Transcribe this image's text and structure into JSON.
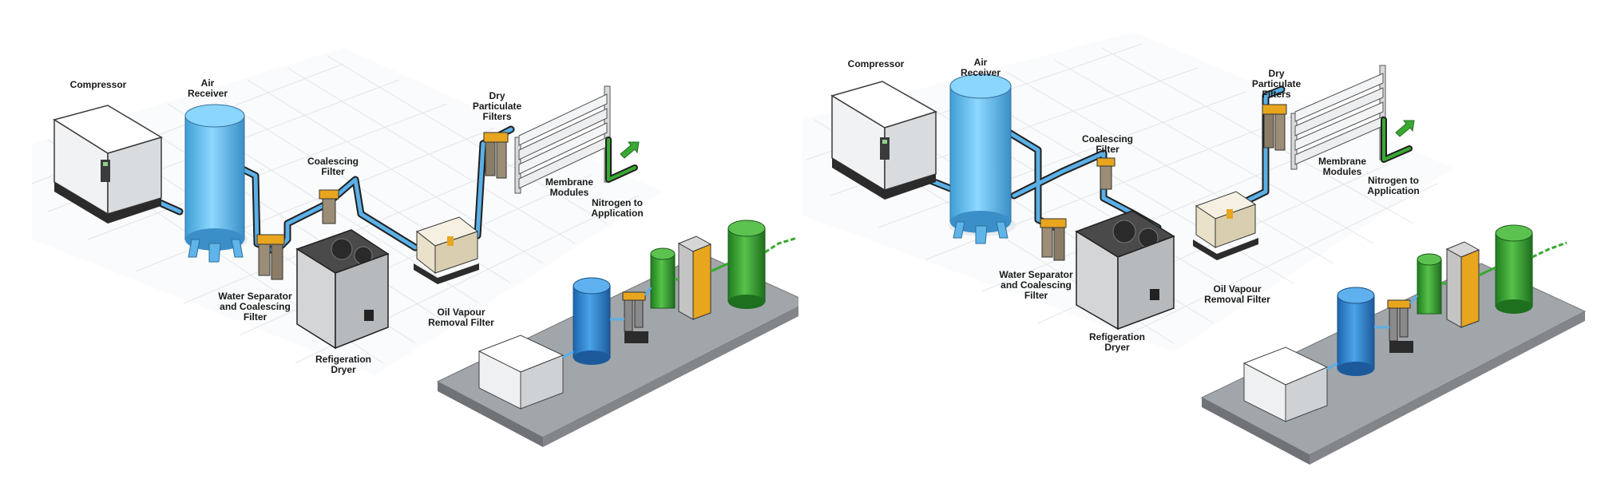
{
  "labels": {
    "compressor": "Compressor",
    "air_receiver": "Air\nReceiver",
    "coalescing_filter": "Coalescing\nFilter",
    "dry_particulate_filters": "Dry\nParticulate\nFilters",
    "membrane_modules": "Membrane\nModules",
    "nitrogen_to_application": "Nitrogen to\nApplication",
    "water_separator": "Water Separator\nand Coalescing\nFilter",
    "oil_vapour": "Oil Vapour\nRemoval Filter",
    "refrigeration_dryer": "Refigeration\nDryer"
  },
  "colors": {
    "pipe_blue": "#5bb0e6",
    "pipe_outline": "#1f1f1f",
    "receiver_blue": "#5fc4f5",
    "nitrogen_green": "#3aa832",
    "filter_yellow": "#e8a51e",
    "floor_gray": "#9da3a8",
    "grid_gray": "#e2e5e8"
  }
}
